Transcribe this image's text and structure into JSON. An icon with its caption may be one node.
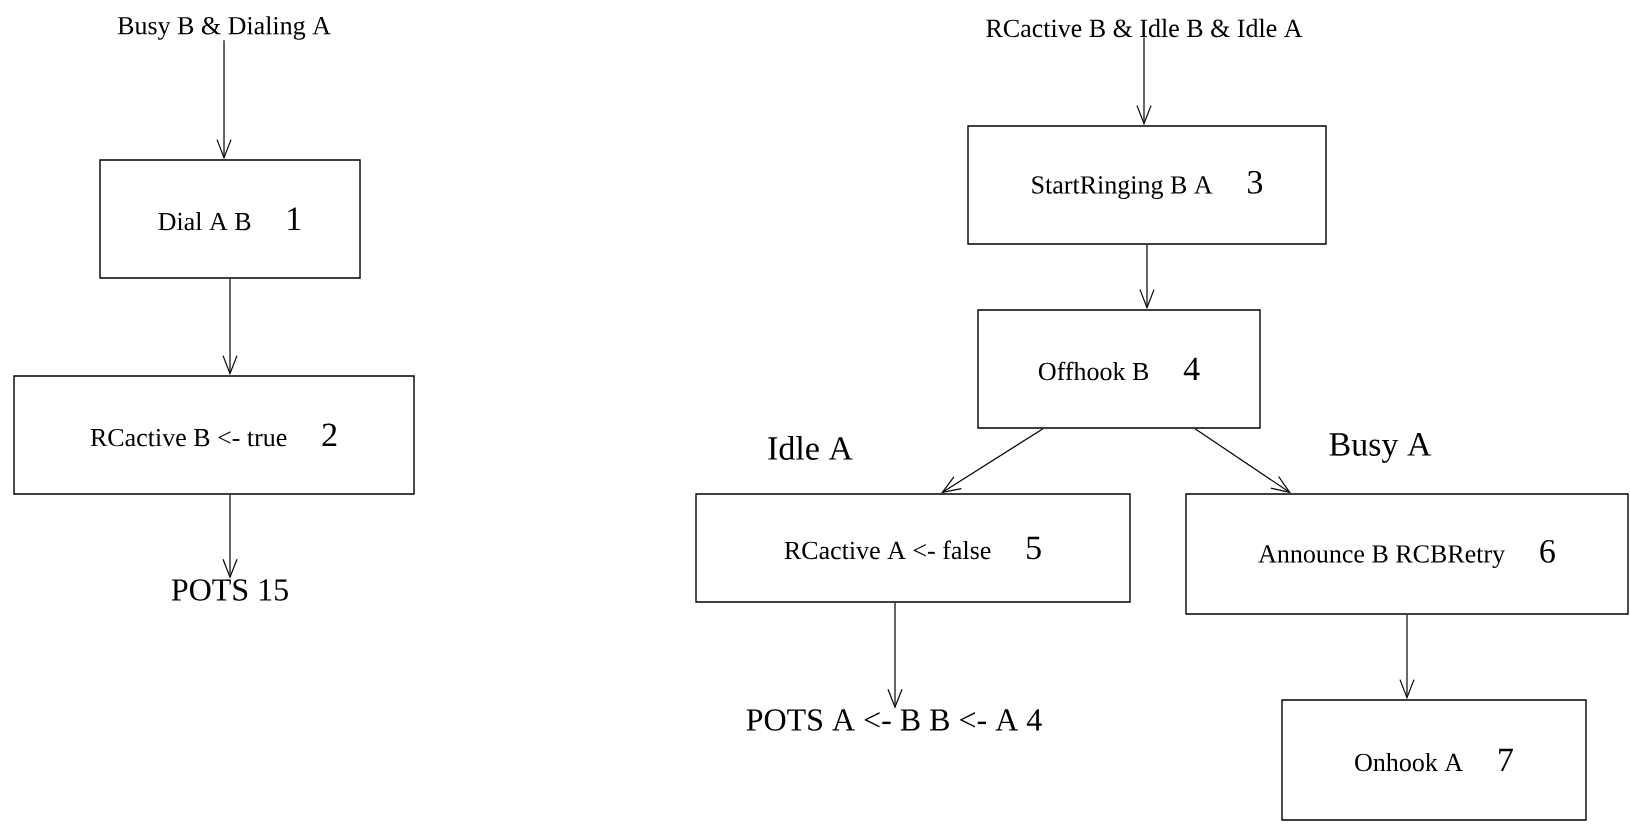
{
  "diagram": {
    "nodes": [
      {
        "text": [
          "Busy B & Dialing A"
        ]
      },
      {
        "text": [
          "Dial A B",
          "1"
        ]
      },
      {
        "text": [
          "RCactive B <- true",
          "2"
        ]
      },
      {
        "text": [
          "POTS 15"
        ]
      },
      {
        "text": [
          "RCactive B & Idle B & Idle A"
        ]
      },
      {
        "text": [
          "StartRinging B A",
          "3"
        ]
      },
      {
        "text": [
          "Offhook B",
          "4"
        ]
      },
      {
        "text": [
          "RCactive A <- false",
          "5"
        ]
      },
      {
        "text": [
          "Announce B RCBRetry",
          "6"
        ]
      },
      {
        "text": [
          "POTS A <- B B <- A 4"
        ]
      },
      {
        "text": [
          "Onhook A",
          "7"
        ]
      }
    ],
    "edges": [
      {
        "from": 0,
        "to": 1,
        "arrow": "to"
      },
      {
        "from": 1,
        "to": 2,
        "arrow": "to"
      },
      {
        "from": 2,
        "to": 3,
        "arrow": "to"
      },
      {
        "from": 4,
        "to": 5,
        "arrow": "to"
      },
      {
        "from": 5,
        "to": 6,
        "arrow": "to"
      },
      {
        "from": 6,
        "to": 7,
        "arrow": "to",
        "label": "Idle A"
      },
      {
        "from": 6,
        "to": 8,
        "arrow": "to",
        "label": "Busy A"
      },
      {
        "from": 7,
        "to": 9,
        "arrow": "to"
      },
      {
        "from": 8,
        "to": 10,
        "arrow": "to"
      }
    ]
  }
}
